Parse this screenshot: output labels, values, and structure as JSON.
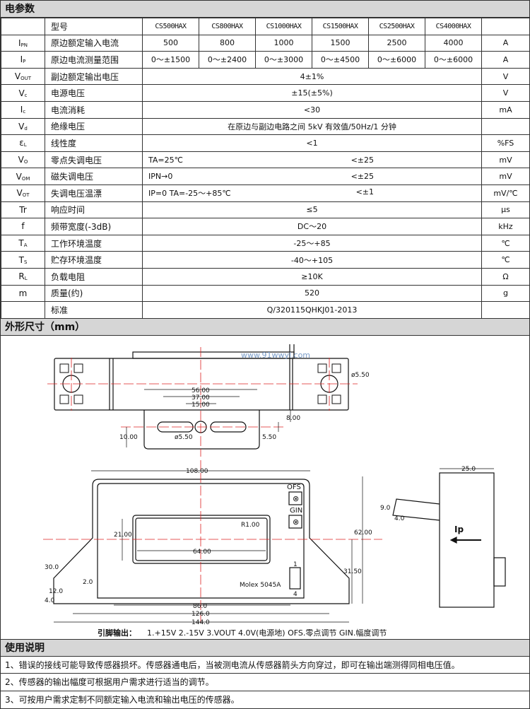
{
  "electrical": {
    "title": "电参数",
    "model_label": "型号",
    "models": [
      "CS500HAX",
      "CS800HAX",
      "CS1000HAX",
      "CS1500HAX",
      "CS2500HAX",
      "CS4000HAX"
    ],
    "rows": [
      {
        "sym": "I",
        "sub": "PN",
        "name": "原边额定输入电流",
        "values": [
          "500",
          "800",
          "1000",
          "1500",
          "2500",
          "4000"
        ],
        "unit": "A"
      },
      {
        "sym": "I",
        "sub": "P",
        "name": "原边电流测量范围",
        "values": [
          "0～±1500",
          "0～±2400",
          "0～±3000",
          "0～±4500",
          "0～±6000",
          "0～±6000"
        ],
        "unit": "A"
      },
      {
        "sym": "V",
        "sub": "OUT",
        "name": "副边额定输出电压",
        "value": "4±1%",
        "unit": "V"
      },
      {
        "sym": "V",
        "sub": "c",
        "name": "电源电压",
        "value": "±15(±5%)",
        "unit": "V"
      },
      {
        "sym": "I",
        "sub": "c",
        "name": "电流消耗",
        "value": "<30",
        "unit": "mA"
      },
      {
        "sym": "V",
        "sub": "d",
        "name": "绝缘电压",
        "value": "在原边与副边电路之间 5kV 有效值/50Hz/1 分钟",
        "unit": ""
      },
      {
        "sym": "ε",
        "sub": "L",
        "name": "线性度",
        "value": "<1",
        "unit": "%FS"
      },
      {
        "sym": "V",
        "sub": "O",
        "name": "零点失调电压",
        "cond": "TA=25℃",
        "value": "<±25",
        "unit": "mV"
      },
      {
        "sym": "V",
        "sub": "OM",
        "name": "磁失调电压",
        "cond": "IPN→0",
        "value": "<±25",
        "unit": "mV"
      },
      {
        "sym": "V",
        "sub": "OT",
        "name": "失调电压温漂",
        "cond": "IP=0   TA=-25～+85℃",
        "value": "<±1",
        "unit": "mV/℃"
      },
      {
        "sym": "Tr",
        "sub": "",
        "name": "响应时间",
        "value": "≤5",
        "unit": "μs"
      },
      {
        "sym": "f",
        "sub": "",
        "name": "频带宽度(-3dB)",
        "value": "DC～20",
        "unit": "kHz"
      },
      {
        "sym": "T",
        "sub": "A",
        "name": "工作环境温度",
        "value": "-25～+85",
        "unit": "℃"
      },
      {
        "sym": "T",
        "sub": "S",
        "name": "贮存环境温度",
        "value": "-40～+105",
        "unit": "℃"
      },
      {
        "sym": "R",
        "sub": "L",
        "name": "负载电阻",
        "value": "≥10K",
        "unit": "Ω"
      },
      {
        "sym": "m",
        "sub": "",
        "name": "质量(约)",
        "value": "520",
        "unit": "g"
      },
      {
        "sym": "",
        "sub": "",
        "name": "标准",
        "value": "Q/320115QHKJ01-2013",
        "unit": ""
      }
    ]
  },
  "dimensions": {
    "title": "外形尺寸（mm）",
    "watermark": "www.91wwyl.com",
    "labels": {
      "d1": "ø5.50",
      "d2": "56.00",
      "d3": "37.00",
      "d4": "15.00",
      "d5": "8.00",
      "d6": "10.00",
      "d7": "ø5.50",
      "d8": "5.50",
      "f1": "108.00",
      "f2": "OFS",
      "f3": "GIN",
      "f4": "R1.00",
      "f5": "21.00",
      "f6": "64.00",
      "f7": "62.00",
      "f8": "31.50",
      "f9": "30.0",
      "f10": "12.0",
      "f11": "4.0",
      "f12": "2.0",
      "f13": "Molex 5045A",
      "f14": "1",
      "f15": "4",
      "f16": "86.0",
      "f17": "126.0",
      "f18": "144.0",
      "s1": "25.0",
      "s2": "9.0",
      "s3": "4.0",
      "s4": "Ip"
    },
    "pinout_label": "引脚输出：",
    "pinout": "1.+15V  2.-15V  3.VOUT  4.0V(电源地)  OFS.零点调节  GIN.幅度调节"
  },
  "usage": {
    "title": "使用说明",
    "notes": [
      "1、错误的接线可能导致传感器损坏。传感器通电后，当被测电流从传感器箭头方向穿过，即可在输出端测得同相电压值。",
      "2、传感器的输出幅度可根据用户需求进行适当的调节。",
      "3、可按用户需求定制不同额定输入电流和输出电压的传感器。"
    ]
  }
}
